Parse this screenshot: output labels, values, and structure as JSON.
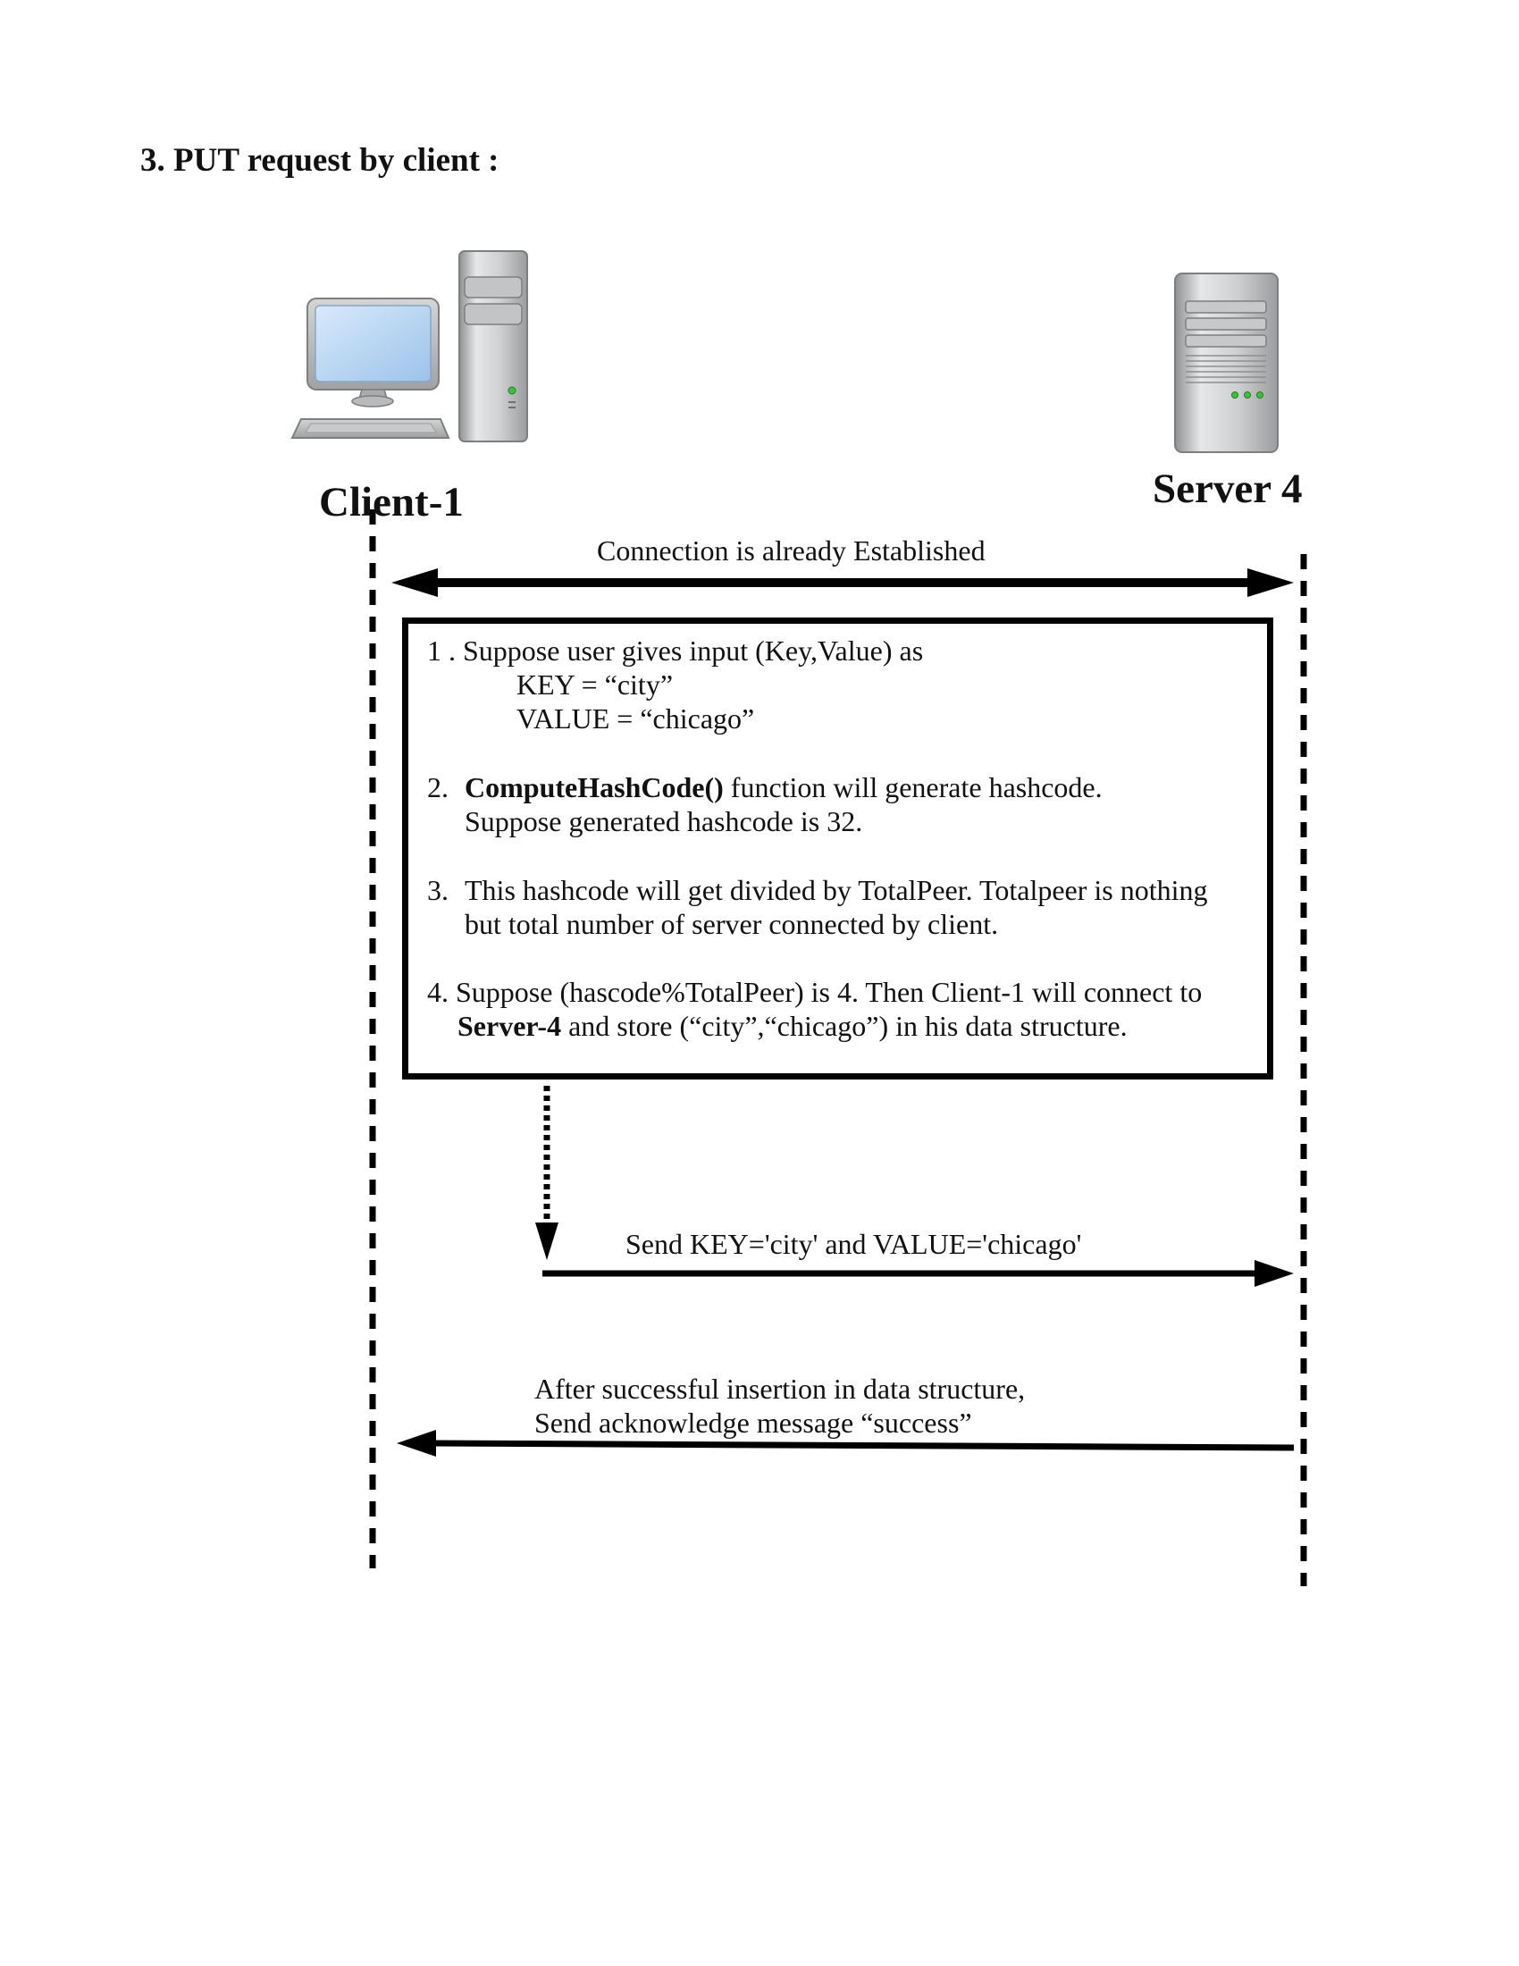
{
  "heading": "3. PUT request by client :",
  "actors": {
    "client": "Client-1",
    "server": "Server 4"
  },
  "messages": {
    "connection": "Connection is already Established",
    "send": "Send KEY='city' and VALUE='chicago'",
    "ack_line1": "After successful insertion in data structure,",
    "ack_line2": "Send acknowledge message “success”"
  },
  "steps": {
    "s1_line1": "1 . Suppose user gives input (Key,Value) as",
    "s1_line2": "KEY =  “city”",
    "s1_line3": "VALUE = “chicago”",
    "s2_num": "2.",
    "s2_bold": "ComputeHashCode()",
    "s2_rest": " function will generate hashcode.",
    "s2_line2": "Suppose generated hashcode is 32.",
    "s3_num": "3.",
    "s3_line1": "This hashcode will get divided by TotalPeer. Totalpeer is nothing",
    "s3_line2": "but total number of server connected by client.",
    "s4_line1": "4. Suppose (hascode%TotalPeer) is 4. Then Client-1 will connect to",
    "s4_bold": "Server-4",
    "s4_rest": " and store (“city”,“chicago”) in his data structure."
  },
  "icons": {
    "client": "desktop-computer-icon",
    "server": "server-tower-icon"
  }
}
